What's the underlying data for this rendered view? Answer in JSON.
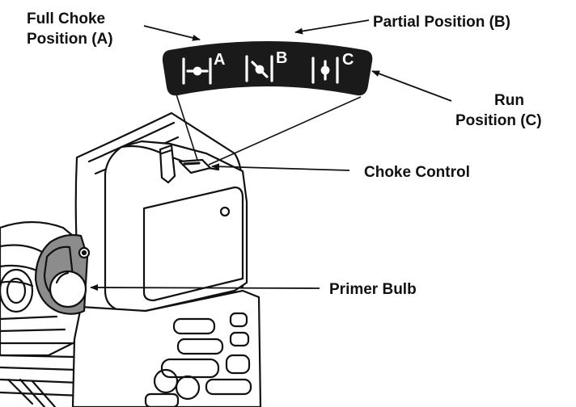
{
  "callouts": {
    "full_choke": [
      "Full Choke",
      "Position (A)"
    ],
    "partial": "Partial Position (B)",
    "run": [
      "Run",
      "Position (C)"
    ],
    "choke_control": "Choke Control",
    "primer_bulb": "Primer Bulb"
  },
  "decal": {
    "letters": [
      "A",
      "B",
      "C"
    ],
    "icons": [
      "full-choke-symbol-icon",
      "partial-choke-symbol-icon",
      "run-symbol-icon"
    ]
  },
  "colors": {
    "ink": "#111111",
    "decal": "#1a1a1a",
    "bulb": "#8c8c8c",
    "background": "#ffffff"
  }
}
